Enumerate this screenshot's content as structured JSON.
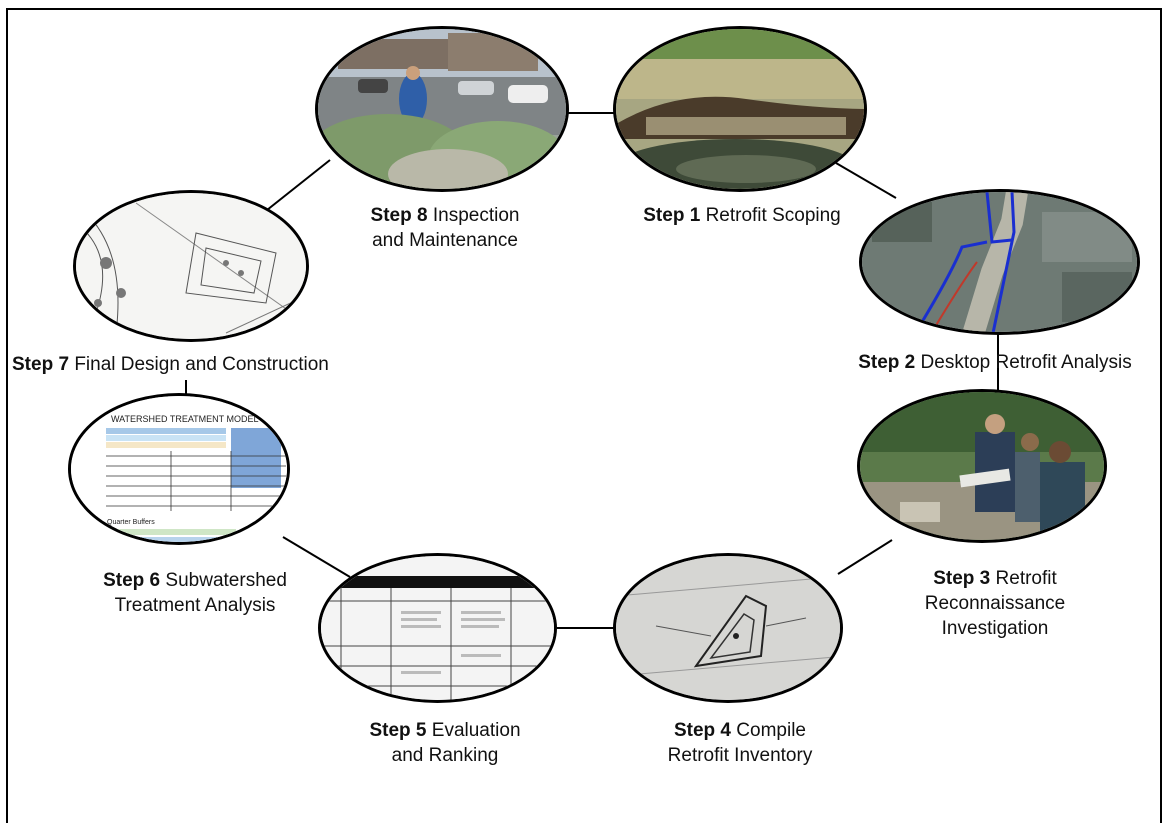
{
  "steps": [
    {
      "num": "Step 1",
      "text": "Retrofit Scoping",
      "line2": ""
    },
    {
      "num": "Step 2",
      "text": "Desktop Retrofit Analysis",
      "line2": ""
    },
    {
      "num": "Step 3",
      "text": "Retrofit",
      "line2": "Reconnaissance",
      "line3": "Investigation"
    },
    {
      "num": "Step 4",
      "text": "Compile",
      "line2": "Retrofit Inventory"
    },
    {
      "num": "Step 5",
      "text": "Evaluation",
      "line2": "and Ranking"
    },
    {
      "num": "Step 6",
      "text": "Subwatershed",
      "line2": "Treatment Analysis"
    },
    {
      "num": "Step 7",
      "text": "Final Design and Construction",
      "line2": ""
    },
    {
      "num": "Step 8",
      "text": "Inspection",
      "line2": "and Maintenance"
    }
  ],
  "model_sheet": {
    "title": "WATERSHED TREATMENT MODEL",
    "section": "Quarter Buffers"
  },
  "colors": {
    "border": "#000000",
    "map_route_blue": "#1a2fd0",
    "map_route_red": "#c0392b"
  }
}
